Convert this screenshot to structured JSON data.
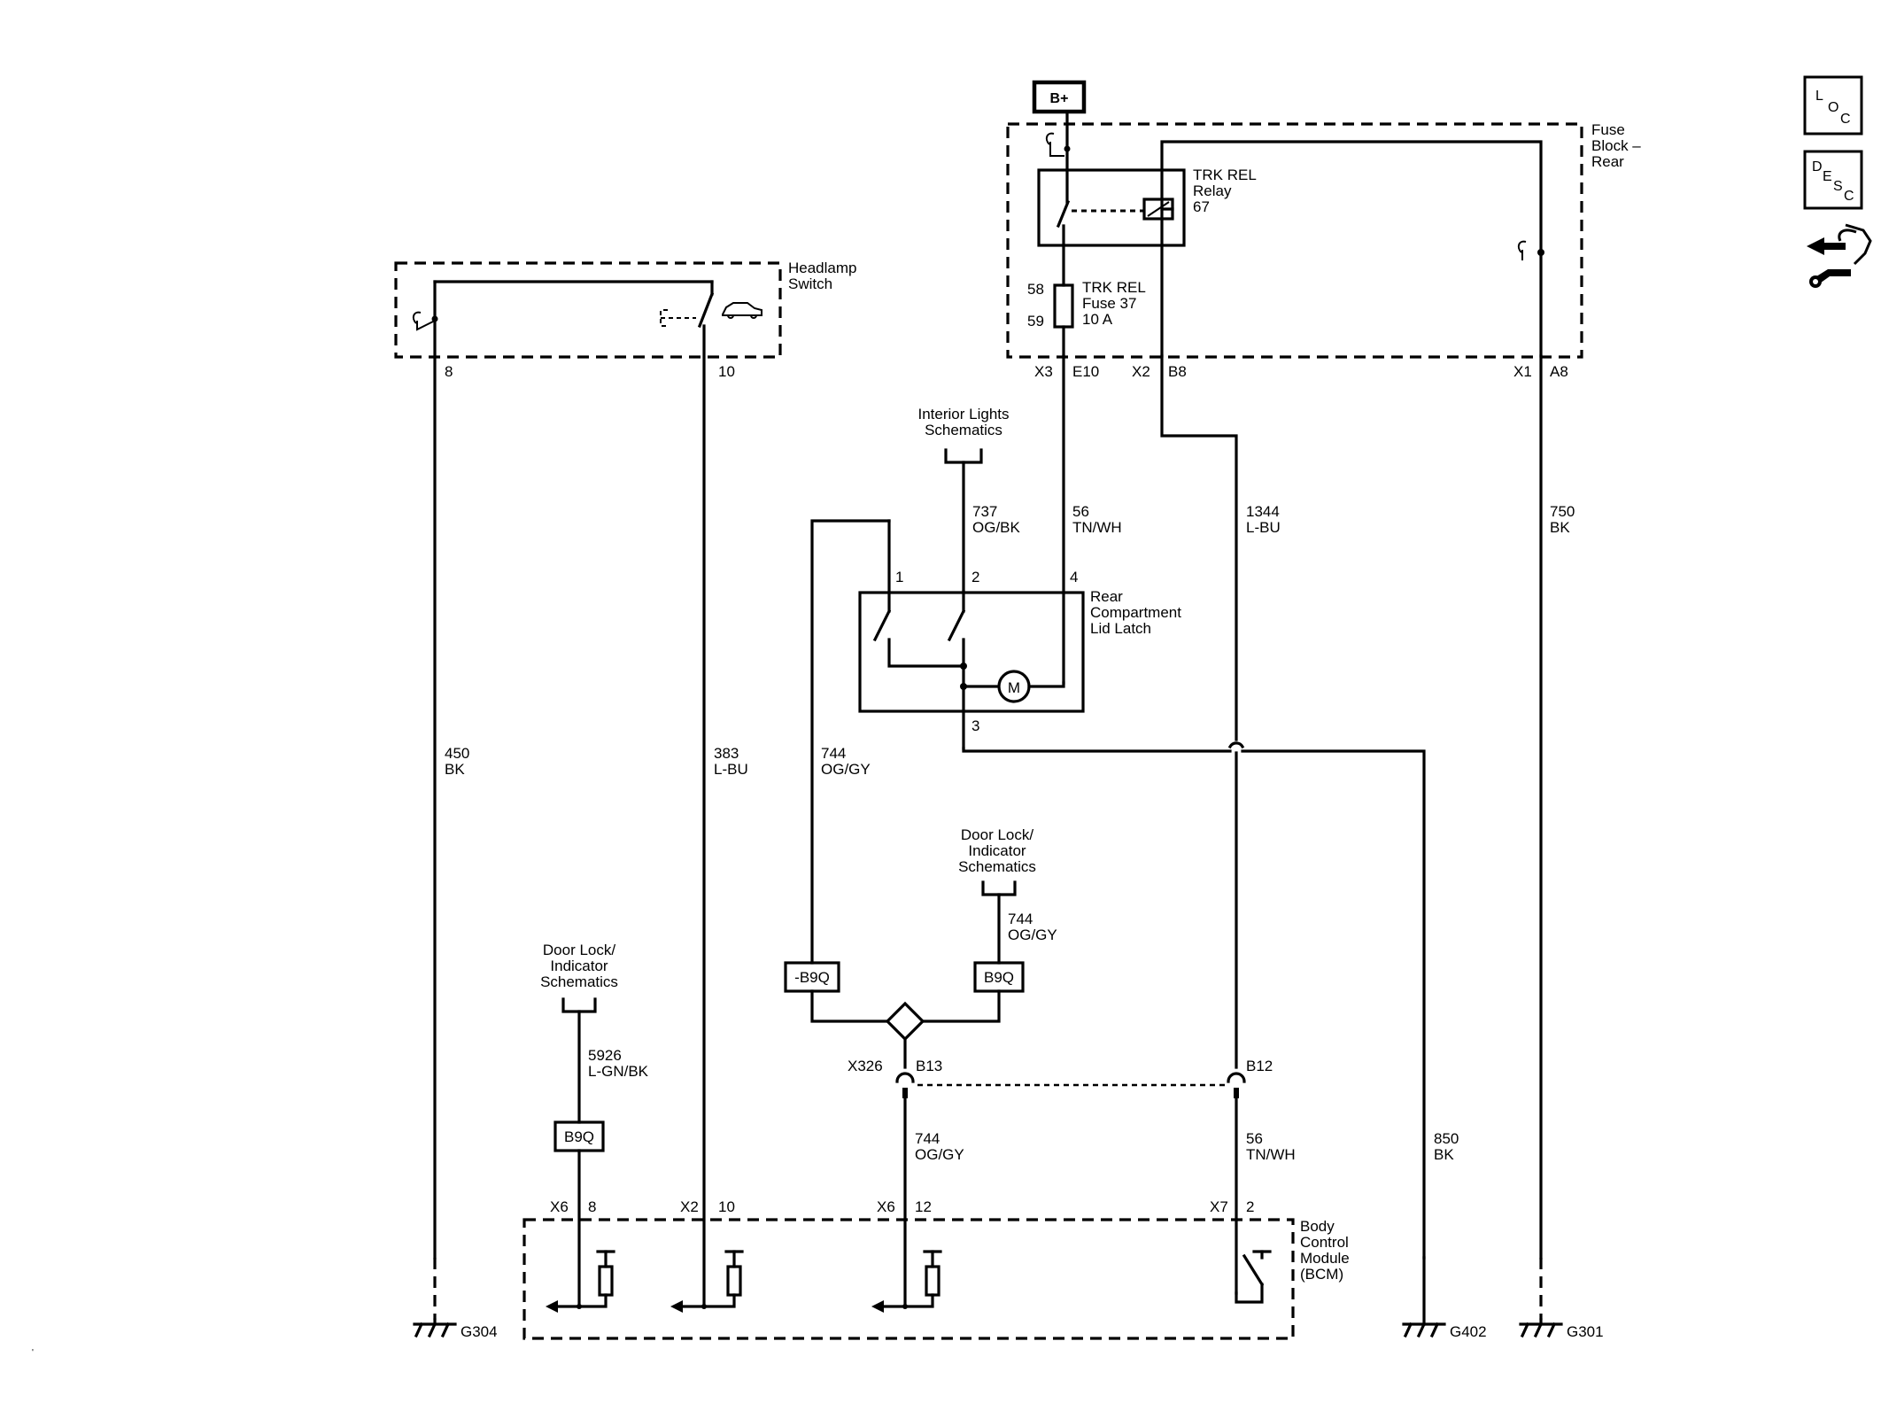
{
  "power": {
    "b_plus": "B+"
  },
  "fuse_block": {
    "title": [
      "Fuse",
      "Block –",
      "Rear"
    ],
    "relay_label": [
      "TRK REL",
      "Relay",
      "67"
    ],
    "fuse_label": [
      "TRK REL",
      "Fuse 37",
      "10 A"
    ],
    "fuse_pin_top": "58",
    "fuse_pin_bottom": "59",
    "connectors": {
      "x3": "X3",
      "e10": "E10",
      "x2": "X2",
      "b8": "B8",
      "x1": "X1",
      "a8": "A8"
    }
  },
  "headlamp_switch": {
    "title": [
      "Headlamp",
      "Switch"
    ],
    "pin_left": "8",
    "pin_right": "10"
  },
  "interior_lights": {
    "title": [
      "Interior Lights",
      "Schematics"
    ]
  },
  "latch": {
    "title": [
      "Rear",
      "Compartment",
      "Lid Latch"
    ],
    "pin1": "1",
    "pin2": "2",
    "pin4": "4",
    "pin3": "3",
    "motor": "M"
  },
  "wires": {
    "w450": [
      "450",
      "BK"
    ],
    "w383": [
      "383",
      "L-BU"
    ],
    "w737": [
      "737",
      "OG/BK"
    ],
    "w56a": [
      "56",
      "TN/WH"
    ],
    "w1344": [
      "1344",
      "L-BU"
    ],
    "w750": [
      "750",
      "BK"
    ],
    "w744a": [
      "744",
      "OG/GY"
    ],
    "w744b": [
      "744",
      "OG/GY"
    ],
    "w744c": [
      "744",
      "OG/GY"
    ],
    "w5926": [
      "5926",
      "L-GN/BK"
    ],
    "w56b": [
      "56",
      "TN/WH"
    ],
    "w850": [
      "850",
      "BK"
    ]
  },
  "door_lock_left": {
    "title": [
      "Door Lock/",
      "Indicator",
      "Schematics"
    ]
  },
  "door_lock_right": {
    "title": [
      "Door Lock/",
      "Indicator",
      "Schematics"
    ]
  },
  "options": {
    "neg_b9q": "-B9Q",
    "b9q_right": "B9Q",
    "b9q_left": "B9Q"
  },
  "inline_connector": {
    "x326": "X326",
    "b13": "B13",
    "b12": "B12"
  },
  "bcm": {
    "title": [
      "Body",
      "Control",
      "Module",
      "(BCM)"
    ],
    "pins": [
      {
        "conn": "X6",
        "pin": "8"
      },
      {
        "conn": "X2",
        "pin": "10"
      },
      {
        "conn": "X6",
        "pin": "12"
      },
      {
        "conn": "X7",
        "pin": "2"
      }
    ]
  },
  "grounds": {
    "g304": "G304",
    "g402": "G402",
    "g301": "G301"
  },
  "side_icons": {
    "loc": {
      "a": "L",
      "b": "O",
      "c": "C"
    },
    "desc": {
      "a": "D",
      "b": "E",
      "c": "S",
      "d": "C"
    },
    "icons": [
      "loc-icon",
      "desc-icon",
      "service-tool-icon"
    ]
  }
}
